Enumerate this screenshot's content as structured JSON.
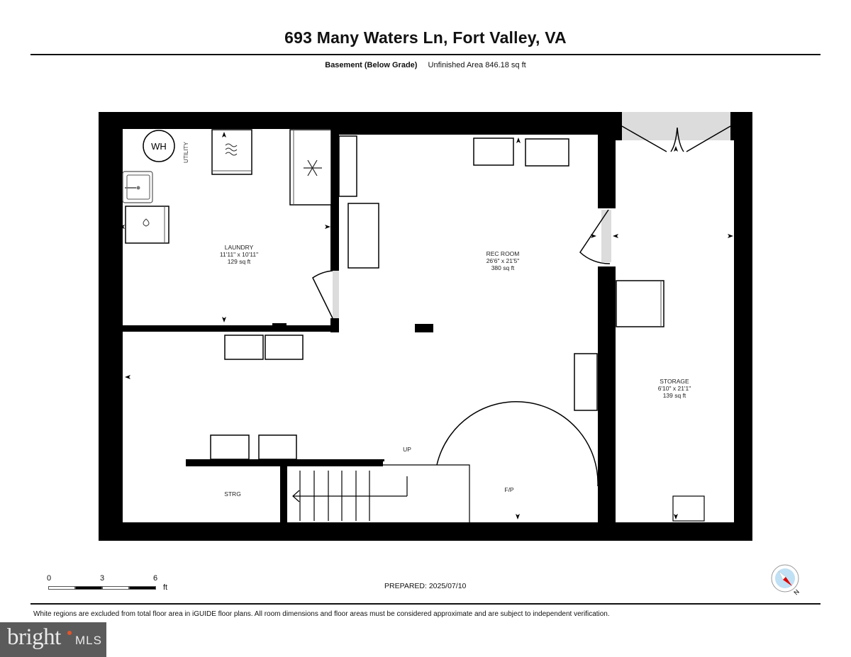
{
  "header": {
    "title": "693 Many Waters Ln, Fort Valley, VA",
    "floor_name": "Basement (Below Grade)",
    "area_summary": "Unfinished Area 846.18 sq ft"
  },
  "rooms": {
    "laundry": {
      "name": "LAUNDRY",
      "dimensions": "11'11\" x 10'11\"",
      "area": "129 sq ft"
    },
    "rec_room": {
      "name": "REC ROOM",
      "dimensions": "26'6\" x 21'5\"",
      "area": "380 sq ft"
    },
    "storage": {
      "name": "STORAGE",
      "dimensions": "6'10\" x 21'1\"",
      "area": "139 sq ft"
    },
    "strg": {
      "name": "STRG"
    },
    "utility": {
      "name": "UTILITY"
    }
  },
  "fixtures": {
    "water_heater": "WH",
    "stairs_label": "UP",
    "fireplace_label": "F/P"
  },
  "scale": {
    "ticks": [
      "0",
      "3",
      "6"
    ],
    "unit": "ft"
  },
  "footer": {
    "prepared": "PREPARED: 2025/07/10",
    "disclaimer": "White regions are excluded from total floor area in iGUIDE floor plans. All room dimensions and floor areas must be considered approximate and are subject to independent verification.",
    "compass_label": "N"
  },
  "branding": {
    "logo_text": "bright",
    "logo_suffix": "MLS",
    "logo_bg": "#5b5b5b",
    "logo_accent": "#e2552b"
  },
  "colors": {
    "wall": "#000000",
    "opening": "#dcdcdc",
    "compass_fill": "#bfe0f5",
    "compass_needle": "#e00000"
  }
}
